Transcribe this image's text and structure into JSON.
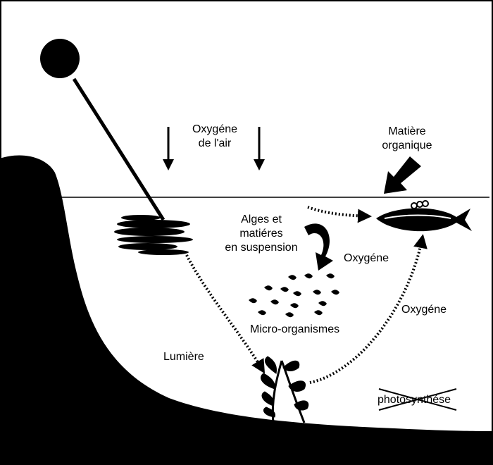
{
  "labels": {
    "oxygen_air_line1": "Oxygéne",
    "oxygen_air_line2": "de l'air",
    "organic_line1": "Matière",
    "organic_line2": "organique",
    "algae_line1": "Alges et",
    "algae_line2": "matiéres",
    "algae_line3": "en suspension",
    "oxygen_1": "Oxygéne",
    "oxygen_2": "Oxygéne",
    "microorganisms": "Micro-organismes",
    "light": "Lumière",
    "photosynthesis": "photosynthése"
  },
  "icons": [
    "sun-icon",
    "fish-icon",
    "aquatic-plant-icon",
    "micro-organism-icon",
    "algae-icon"
  ],
  "colors": {
    "ink": "#000000",
    "paper": "#ffffff"
  }
}
